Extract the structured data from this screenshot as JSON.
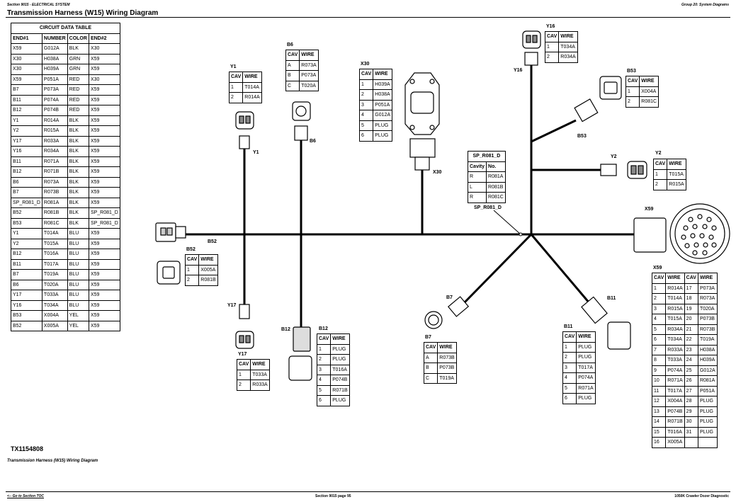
{
  "header": {
    "left": "Section 9015 - ELECTRICAL SYSTEM",
    "right": "Group 20: System Diagrams"
  },
  "title": "Transmission Harness (W15) Wiring Diagram",
  "doc_id": "TX1154808",
  "caption": "Transmission Harness (W15) Wiring Diagram",
  "footer": {
    "left": "<-- Go to Section TOC",
    "center": "Section 9015 page 95",
    "right": "1050K Crawler Dozer Diagnostic"
  },
  "circuit_table": {
    "caption": "CIRCUIT DATA TABLE",
    "headers": [
      "END#1",
      "NUMBER",
      "COLOR",
      "END#2"
    ],
    "rows": [
      [
        "X59",
        "G012A",
        "BLK",
        "X30"
      ],
      [
        "X30",
        "H038A",
        "GRN",
        "X59"
      ],
      [
        "X30",
        "H039A",
        "GRN",
        "X59"
      ],
      [
        "X59",
        "P051A",
        "RED",
        "X30"
      ],
      [
        "B7",
        "P073A",
        "RED",
        "X59"
      ],
      [
        "B11",
        "P074A",
        "RED",
        "X59"
      ],
      [
        "B12",
        "P074B",
        "RED",
        "X59"
      ],
      [
        "Y1",
        "R014A",
        "BLK",
        "X59"
      ],
      [
        "Y2",
        "R015A",
        "BLK",
        "X59"
      ],
      [
        "Y17",
        "R033A",
        "BLK",
        "X59"
      ],
      [
        "Y16",
        "R034A",
        "BLK",
        "X59"
      ],
      [
        "B11",
        "R071A",
        "BLK",
        "X59"
      ],
      [
        "B12",
        "R071B",
        "BLK",
        "X59"
      ],
      [
        "B6",
        "R073A",
        "BLK",
        "X59"
      ],
      [
        "B7",
        "R073B",
        "BLK",
        "X59"
      ],
      [
        "SP_R081_D",
        "R081A",
        "BLK",
        "X59"
      ],
      [
        "B52",
        "R081B",
        "BLK",
        "SP_R081_D"
      ],
      [
        "B53",
        "R081C",
        "BLK",
        "SP_R081_D"
      ],
      [
        "Y1",
        "T014A",
        "BLU",
        "X59"
      ],
      [
        "Y2",
        "T015A",
        "BLU",
        "X59"
      ],
      [
        "B12",
        "T016A",
        "BLU",
        "X59"
      ],
      [
        "B11",
        "T017A",
        "BLU",
        "X59"
      ],
      [
        "B7",
        "T019A",
        "BLU",
        "X59"
      ],
      [
        "B6",
        "T020A",
        "BLU",
        "X59"
      ],
      [
        "Y17",
        "T033A",
        "BLU",
        "X59"
      ],
      [
        "Y16",
        "T034A",
        "BLU",
        "X59"
      ],
      [
        "B53",
        "X004A",
        "YEL",
        "X59"
      ],
      [
        "B52",
        "X005A",
        "YEL",
        "X59"
      ]
    ]
  },
  "connectors": {
    "y1": {
      "title": "Y1",
      "label": "Y1",
      "headers": [
        "CAV",
        "WIRE"
      ],
      "rows": [
        [
          "1",
          "T014A"
        ],
        [
          "2",
          "R014A"
        ]
      ]
    },
    "b6": {
      "title": "B6",
      "label": "B6",
      "headers": [
        "CAV",
        "WIRE"
      ],
      "rows": [
        [
          "A",
          "R073A"
        ],
        [
          "B",
          "P073A"
        ],
        [
          "C",
          "T020A"
        ]
      ]
    },
    "x30": {
      "title": "X30",
      "label": "X30",
      "headers": [
        "CAV",
        "WIRE"
      ],
      "rows": [
        [
          "1",
          "H039A"
        ],
        [
          "2",
          "H038A"
        ],
        [
          "3",
          "P051A"
        ],
        [
          "4",
          "G012A"
        ],
        [
          "5",
          "PLUG"
        ],
        [
          "6",
          "PLUG"
        ]
      ]
    },
    "y16": {
      "title": "Y16",
      "label": "Y16",
      "headers": [
        "CAV",
        "WIRE"
      ],
      "rows": [
        [
          "1",
          "T034A"
        ],
        [
          "2",
          "R034A"
        ]
      ]
    },
    "b53": {
      "title": "B53",
      "label": "B53",
      "headers": [
        "CAV",
        "WIRE"
      ],
      "rows": [
        [
          "1",
          "X004A"
        ],
        [
          "2",
          "R081C"
        ]
      ]
    },
    "sp": {
      "title": "SP_R081_D",
      "label": "SP_R081_D",
      "headers": [
        "Cavity",
        "No."
      ],
      "rows": [
        [
          "R",
          "R081A"
        ],
        [
          "L",
          "R081B"
        ],
        [
          "R",
          "R081C"
        ]
      ]
    },
    "y2": {
      "title": "Y2",
      "label": "Y2",
      "headers": [
        "CAV",
        "WIRE"
      ],
      "rows": [
        [
          "1",
          "T015A"
        ],
        [
          "2",
          "R015A"
        ]
      ]
    },
    "b52": {
      "title": "B52",
      "label": "B52",
      "headers": [
        "CAV",
        "WIRE"
      ],
      "rows": [
        [
          "1",
          "X005A"
        ],
        [
          "2",
          "R081B"
        ]
      ]
    },
    "y17": {
      "title": "Y17",
      "label": "Y17",
      "headers": [
        "CAV",
        "WIRE"
      ],
      "rows": [
        [
          "1",
          "T033A"
        ],
        [
          "2",
          "R033A"
        ]
      ]
    },
    "b12": {
      "title": "B12",
      "label": "B12",
      "headers": [
        "CAV",
        "WIRE"
      ],
      "rows": [
        [
          "1",
          "PLUG"
        ],
        [
          "2",
          "PLUG"
        ],
        [
          "3",
          "T016A"
        ],
        [
          "4",
          "P074B"
        ],
        [
          "5",
          "R071B"
        ],
        [
          "6",
          "PLUG"
        ]
      ]
    },
    "b7": {
      "title": "B7",
      "label": "B7",
      "headers": [
        "CAV",
        "WIRE"
      ],
      "rows": [
        [
          "A",
          "R073B"
        ],
        [
          "B",
          "P073B"
        ],
        [
          "C",
          "T019A"
        ]
      ]
    },
    "b11": {
      "title": "B11",
      "label": "B11",
      "headers": [
        "CAV",
        "WIRE"
      ],
      "rows": [
        [
          "1",
          "PLUG"
        ],
        [
          "2",
          "PLUG"
        ],
        [
          "3",
          "T017A"
        ],
        [
          "4",
          "P074A"
        ],
        [
          "5",
          "R071A"
        ],
        [
          "6",
          "PLUG"
        ]
      ]
    },
    "x59": {
      "title": "X59",
      "label": "X59",
      "headers": [
        "CAV",
        "WIRE",
        "CAV",
        "WIRE"
      ],
      "rows": [
        [
          "1",
          "R014A",
          "17",
          "P073A"
        ],
        [
          "2",
          "T014A",
          "18",
          "R073A"
        ],
        [
          "3",
          "R015A",
          "19",
          "T020A"
        ],
        [
          "4",
          "T015A",
          "20",
          "P073B"
        ],
        [
          "5",
          "R034A",
          "21",
          "R073B"
        ],
        [
          "6",
          "T034A",
          "22",
          "T019A"
        ],
        [
          "7",
          "R033A",
          "23",
          "H038A"
        ],
        [
          "8",
          "T033A",
          "24",
          "H039A"
        ],
        [
          "9",
          "P074A",
          "25",
          "G012A"
        ],
        [
          "10",
          "R071A",
          "26",
          "R081A"
        ],
        [
          "11",
          "T017A",
          "27",
          "P051A"
        ],
        [
          "12",
          "X004A",
          "28",
          "PLUG"
        ],
        [
          "13",
          "P074B",
          "29",
          "PLUG"
        ],
        [
          "14",
          "R071B",
          "30",
          "PLUG"
        ],
        [
          "15",
          "T016A",
          "31",
          "PLUG"
        ],
        [
          "16",
          "X005A",
          "",
          ""
        ]
      ]
    }
  }
}
